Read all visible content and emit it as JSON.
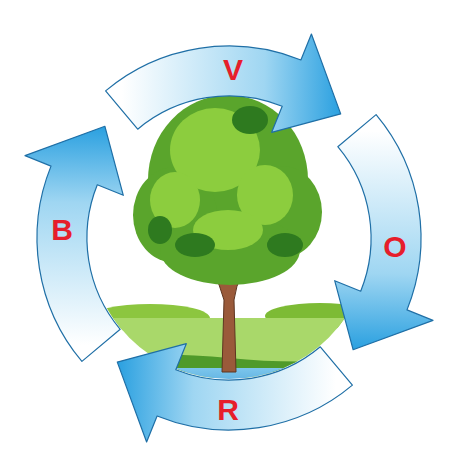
{
  "diagram": {
    "labels": [
      "V",
      "O",
      "R",
      "B"
    ]
  }
}
